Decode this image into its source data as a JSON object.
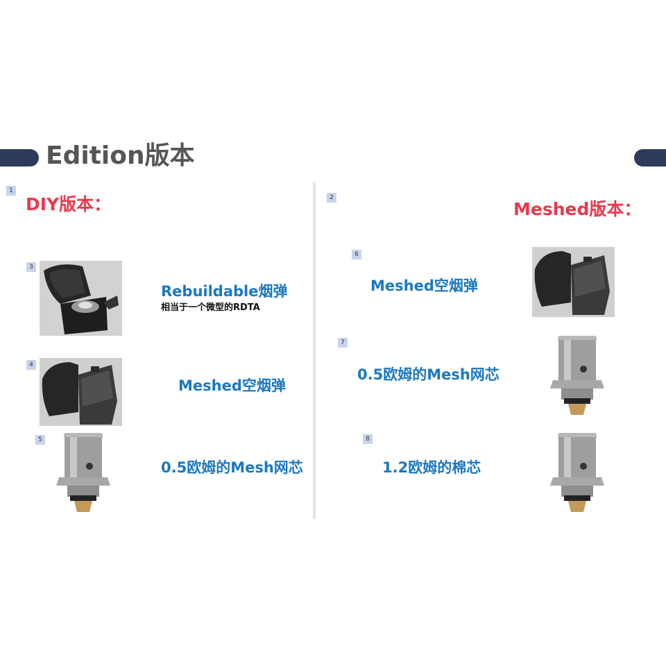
{
  "page": {
    "title": "Edition版本"
  },
  "left": {
    "badge": "1",
    "heading": "DIY版本：",
    "items": [
      {
        "badge": "3",
        "label": "Rebuildable烟弹",
        "sublabel": "相当于一个微型的RDTA"
      },
      {
        "badge": "4",
        "label": "Meshed空烟弹"
      },
      {
        "badge": "5",
        "label": "0.5欧姆的Mesh网芯"
      }
    ]
  },
  "right": {
    "badge": "2",
    "heading": "Meshed版本：",
    "items": [
      {
        "badge": "6",
        "label": "Meshed空烟弹"
      },
      {
        "badge": "7",
        "label": "0.5欧姆的Mesh网芯"
      },
      {
        "badge": "8",
        "label": "1.2欧姆的棉芯"
      }
    ]
  },
  "colors": {
    "accent_red": "#e8394c",
    "label_blue": "#1a78c2",
    "bar_navy": "#2d3a5c",
    "title_gray": "#555555"
  }
}
